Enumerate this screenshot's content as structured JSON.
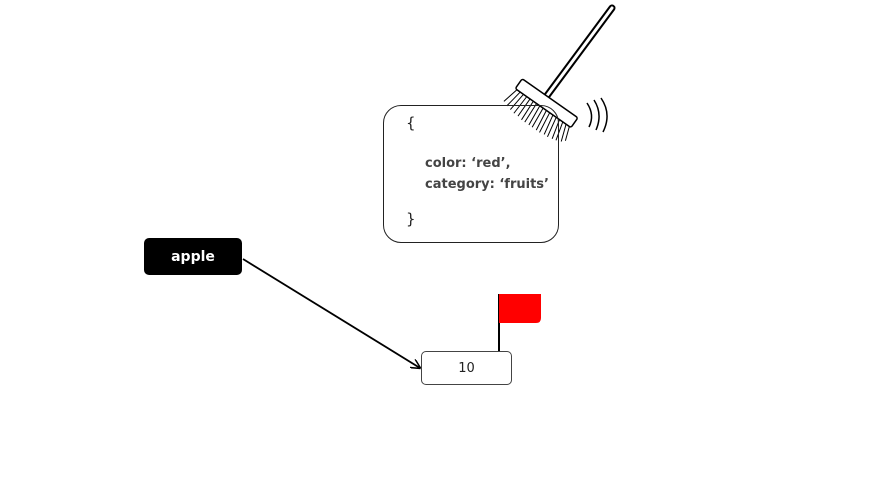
{
  "variable": {
    "label": "apple"
  },
  "value_box": {
    "label": "10"
  },
  "object_literal": {
    "open_brace": "{",
    "close_brace": "}",
    "lines": [
      "color:  ‘red’,",
      "category: ‘fruits’"
    ]
  },
  "colors": {
    "flag": "#ff0000",
    "variable_fill": "#000000",
    "variable_text": "#ffffff",
    "stroke": "#222222"
  },
  "icons": {
    "broom": "broom-icon",
    "flag": "red-flag-icon"
  }
}
